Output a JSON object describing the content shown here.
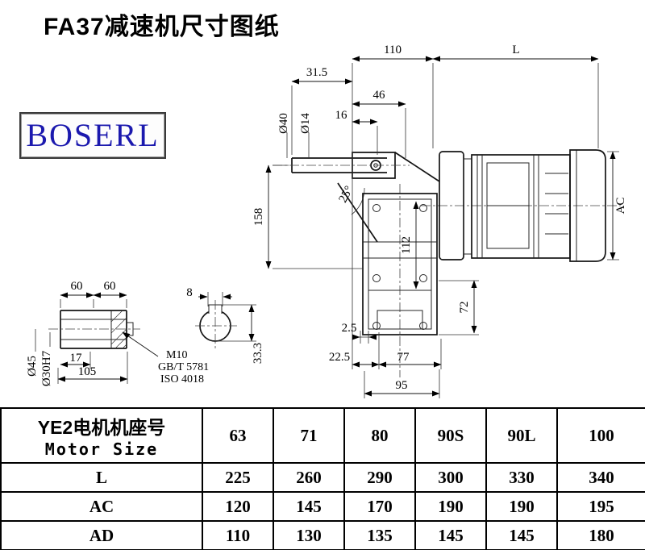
{
  "page": {
    "title": "FA37减速机尺寸图纸"
  },
  "logo": {
    "text": "BOSERL"
  },
  "drawing": {
    "main": {
      "d110": "110",
      "dL": "L",
      "d31_5": "31.5",
      "d46": "46",
      "d16": "16",
      "dia40": "Ø40",
      "dia14": "Ø14",
      "a25": "25°",
      "d158": "158",
      "d112": "112",
      "dAC": "AC",
      "d72": "72",
      "d2_5": "2.5",
      "d22_5": "22.5",
      "d77": "77",
      "d95": "95"
    },
    "shaft": {
      "d60a": "60",
      "d60b": "60",
      "dia45": "Ø45",
      "dia30h7": "Ø30H7",
      "d17": "17",
      "d105": "105",
      "callout": {
        "line1": "M10",
        "line2": "GB/T 5781",
        "line3": "ISO 4018"
      }
    },
    "section": {
      "d8": "8",
      "d33_3": "33.3"
    }
  },
  "table": {
    "header": {
      "line1": "YE2电机机座号",
      "line2": "Motor Size"
    },
    "columns": [
      "63",
      "71",
      "80",
      "90S",
      "90L",
      "100"
    ],
    "rows": [
      {
        "label": "L",
        "values": [
          "225",
          "260",
          "290",
          "300",
          "330",
          "340"
        ]
      },
      {
        "label": "AC",
        "values": [
          "120",
          "145",
          "170",
          "190",
          "190",
          "195"
        ]
      },
      {
        "label": "AD",
        "values": [
          "110",
          "130",
          "135",
          "145",
          "145",
          "180"
        ]
      }
    ]
  }
}
